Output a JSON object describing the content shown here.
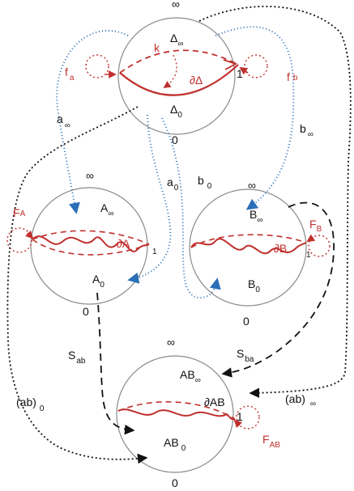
{
  "colors": {
    "circle_stroke": "#8a8a8a",
    "boundary_red": "#c0302e",
    "blue_dotted": "#2a6fb8",
    "black_dashed": "#111111",
    "background": "#ffffff"
  },
  "circles": {
    "delta": {
      "top": "∞",
      "inner_top": {
        "main": "Δ",
        "sub": "∞"
      },
      "inner_bottom": {
        "main": "Δ",
        "sub": "0"
      },
      "boundary": "∂Δ",
      "marker": "k",
      "one": "1",
      "bottom": "0"
    },
    "a": {
      "top": "∞",
      "inner_top": {
        "main": "A",
        "sub": "∞"
      },
      "inner_bottom": {
        "main": "A",
        "sub": "0"
      },
      "boundary": "∂A",
      "one": "1",
      "bottom": "0"
    },
    "b": {
      "top": "∞",
      "inner_top": {
        "main": "B",
        "sub": "∞"
      },
      "inner_bottom": {
        "main": "B",
        "sub": "0"
      },
      "boundary": "∂B",
      "one": "1",
      "bottom": "0"
    },
    "ab": {
      "top": "∞",
      "inner_top": {
        "main": "AB",
        "sub": "∞"
      },
      "inner_bottom": {
        "main": "AB",
        "sub": "0"
      },
      "boundary": "∂AB",
      "one": "1",
      "bottom": "0"
    }
  },
  "loops": {
    "fa": {
      "main": "f",
      "sub": "a"
    },
    "fb": {
      "main": "f",
      "sub": "b"
    },
    "FA": {
      "main": "F",
      "sub": "A"
    },
    "FB": {
      "main": "F",
      "sub": "B"
    },
    "FAB": {
      "main": "F",
      "sub": "AB"
    }
  },
  "arrows": {
    "a_inf": {
      "main": "a",
      "sub": "∞"
    },
    "b_inf": {
      "main": "b",
      "sub": "∞"
    },
    "a0": {
      "main": "a",
      "sub": "0"
    },
    "b0": {
      "main": "b",
      "sub": "0"
    },
    "S_ab": {
      "main": "S",
      "sub": "ab"
    },
    "S_ba": {
      "main": "S",
      "sub": "ba"
    },
    "ab_0": {
      "main": "(ab)",
      "sub": "0"
    },
    "ab_inf": {
      "main": "(ab)",
      "sub": "∞"
    }
  }
}
